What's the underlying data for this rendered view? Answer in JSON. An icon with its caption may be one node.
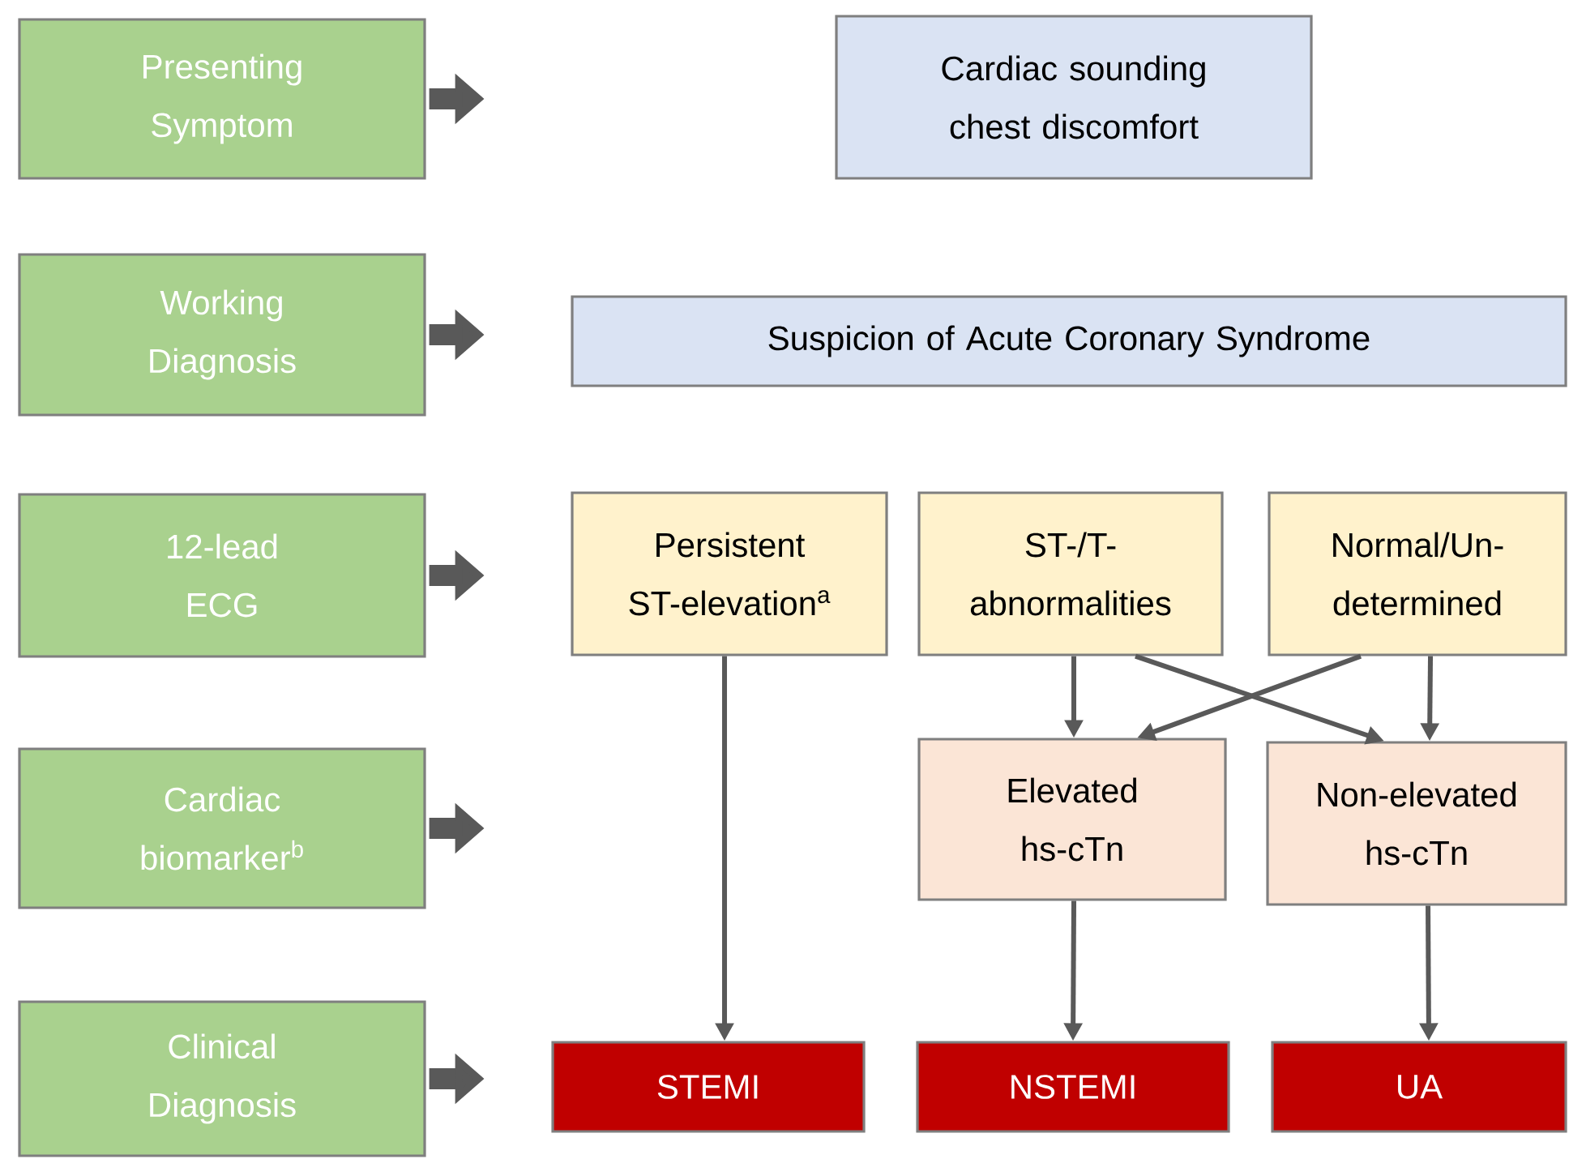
{
  "diagram": {
    "nodes": [
      {
        "text": [
          "Presenting Symptom"
        ]
      },
      {
        "text": [
          "Working Diagnosis"
        ]
      },
      {
        "text": [
          "12-lead ECG"
        ]
      },
      {
        "text": [
          "Cardiac biomarker$^{b}$"
        ]
      },
      {
        "text": [
          "Clinical Diagnosis"
        ]
      },
      {
        "text": [
          "Cardiac sounding chest discomfort"
        ]
      },
      {
        "text": [
          "Suspicion of Acute Coronary Syndrome"
        ]
      },
      {
        "text": [
          "Persistent ST-elevation$^{a}$"
        ]
      },
      {
        "text": [
          "ST-/T-abnormalities"
        ]
      },
      {
        "text": [
          "Normal/Un-determined"
        ]
      },
      {
        "text": [
          "Elevated hs-cTn"
        ]
      },
      {
        "text": [
          "Non-elevated hs-cTn"
        ]
      },
      {
        "text": [
          "STEMI"
        ]
      },
      {
        "text": [
          "NSTEMI"
        ]
      },
      {
        "text": [
          "UA"
        ]
      }
    ],
    "edges": [
      {
        "from": 0,
        "to": null,
        "arrow": "to",
        "style": "thick"
      },
      {
        "from": 1,
        "to": null,
        "arrow": "to",
        "style": "thick"
      },
      {
        "from": 2,
        "to": null,
        "arrow": "to",
        "style": "thick"
      },
      {
        "from": 3,
        "to": null,
        "arrow": "to",
        "style": "thick"
      },
      {
        "from": 4,
        "to": null,
        "arrow": "to",
        "style": "thick"
      },
      {
        "from": 7,
        "to": 12,
        "arrow": "to"
      },
      {
        "from": 8,
        "to": 10,
        "arrow": "to"
      },
      {
        "from": 8,
        "to": 11,
        "arrow": "to"
      },
      {
        "from": 9,
        "to": 10,
        "arrow": "to"
      },
      {
        "from": 9,
        "to": 11,
        "arrow": "to"
      },
      {
        "from": 10,
        "to": 13,
        "arrow": "to"
      },
      {
        "from": 11,
        "to": 14,
        "arrow": "to"
      }
    ]
  }
}
